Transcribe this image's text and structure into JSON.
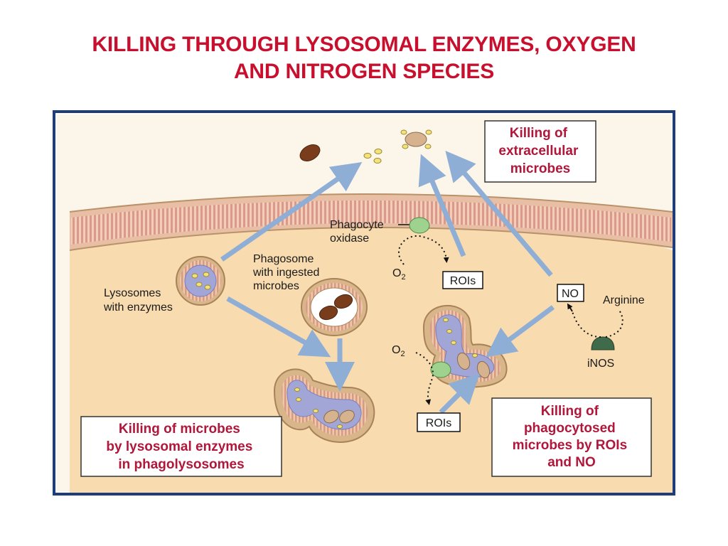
{
  "title": {
    "line1": "KILLING THROUGH LYSOSOMAL ENZYMES, OXYGEN",
    "line2": "AND NITROGEN SPECIES"
  },
  "colors": {
    "title": "#c8102e",
    "frame": "#1f3d7a",
    "cytoplasm": "#f8dcb0",
    "membrane": "#e7c3a0",
    "arrow": "#8faed6",
    "vesicle_lumen": "#a2a6d6",
    "box_text": "#b0173a"
  },
  "labels": {
    "phagocyte_oxidase": [
      "Phagocyte",
      "oxidase"
    ],
    "phagosome": [
      "Phagosome",
      "with ingested",
      "microbes"
    ],
    "lysosomes": [
      "Lysosomes",
      "with enzymes"
    ],
    "o2_top": "O",
    "o2_top_sub": "2",
    "o2_bottom": "O",
    "o2_bottom_sub": "2",
    "rois_top": "ROIs",
    "rois_bottom": "ROIs",
    "no": "NO",
    "arginine": "Arginine",
    "inos": "iNOS"
  },
  "boxes": {
    "extracellular": [
      "Killing of",
      "extracellular",
      "microbes"
    ],
    "lysosomal": [
      "Killing of microbes",
      "by lysosomal enzymes",
      "in phagolysosomes"
    ],
    "phagocytosed": [
      "Killing of",
      "phagocytosed",
      "microbes by ROIs",
      "and NO"
    ]
  }
}
